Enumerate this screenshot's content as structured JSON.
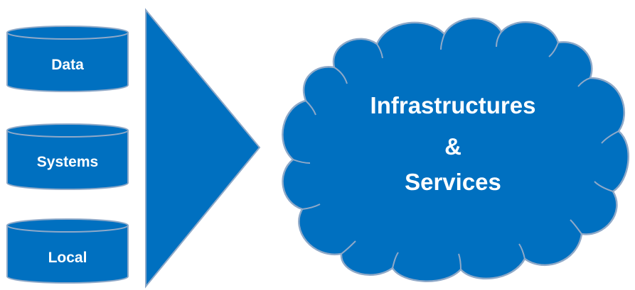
{
  "colors": {
    "fill": "#0070C0",
    "stroke": "#8FA9C8",
    "text": "#FFFFFF",
    "background": "#FFFFFF"
  },
  "sources": [
    {
      "label": "Data"
    },
    {
      "label": "Systems"
    },
    {
      "label": "Local"
    }
  ],
  "cloud": {
    "line1": "Infrastructures",
    "line2": "&",
    "line3": "Services"
  }
}
